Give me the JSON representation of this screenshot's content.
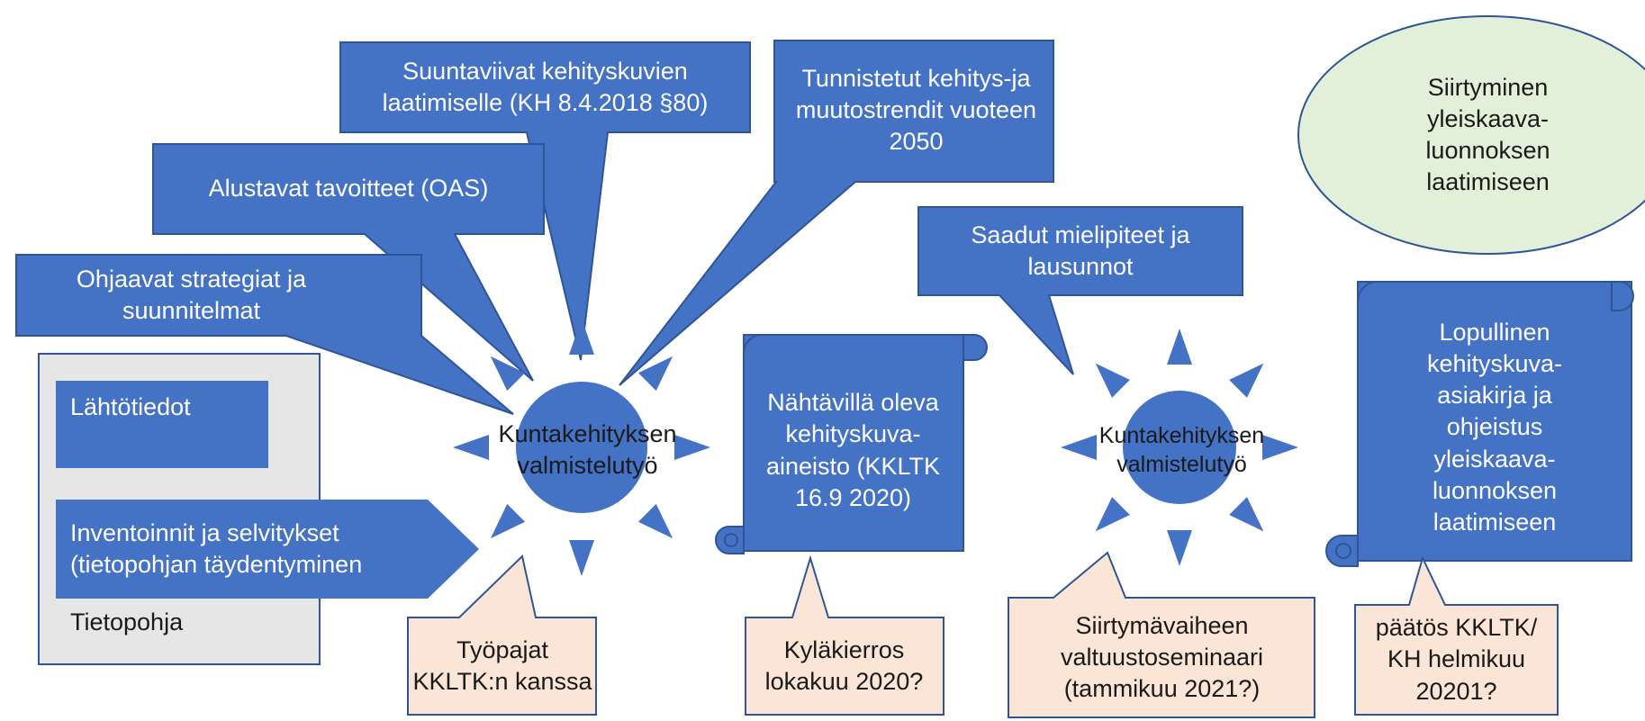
{
  "callouts": {
    "guidelines": "Suuntaviivat kehityskuvien laatimiselle (KH 8.4.2018 §80)",
    "trends": "Tunnistetut kehitys-ja muutostrendit vuoteen 2050",
    "prelim_goals": "Alustavat tavoitteet (OAS)",
    "strategies": "Ohjaavat strategiat ja suunnitelmat",
    "opinions": "Saadut mielipiteet ja lausunnot",
    "transition": "Siirtyminen yleiskaava-luonnoksen laatimiseen"
  },
  "knowledge_base": {
    "source_data": "Lähtötiedot",
    "inventories": "Inventoinnit ja selvitykset (tietopohjan täydentyminen",
    "footer": "Tietopohja"
  },
  "suns": {
    "first": "Kuntakehityksen valmistelutyö",
    "second": "Kuntakehityksen valmistelutyö"
  },
  "scrolls": {
    "display": "Nähtävillä oleva kehityskuva-aineisto (KKLTK 16.9 2020)",
    "final": "Lopullinen kehityskuva-asiakirja ja ohjeistus yleiskaava-luonnoksen laatimiseen"
  },
  "events": {
    "workshops": "Työpajat KKLTK:n kanssa",
    "village_tour": "Kyläkierros lokakuu 2020?",
    "seminar": "Siirtymävaiheen valtuustoseminaari (tammikuu 2021?)",
    "decision": "päätös KKLTK/ KH helmikuu 20201?"
  },
  "colors": {
    "blue": "#4472c4",
    "blue_border": "#2f5597",
    "peach": "#fbe5d6",
    "gray": "#e7e6e6",
    "green": "#e2f0d9"
  }
}
